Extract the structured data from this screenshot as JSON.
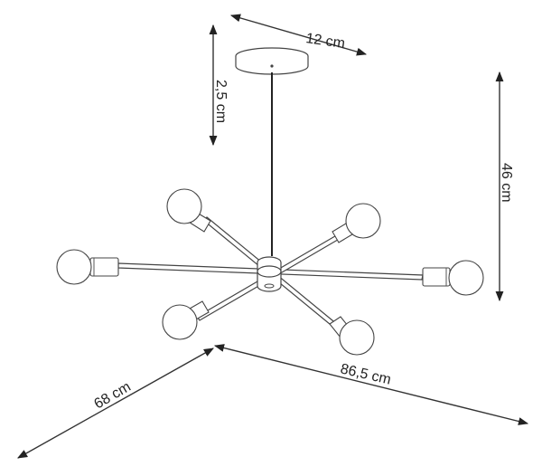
{
  "dimensions": {
    "canopy_width": "12 cm",
    "canopy_height": "2,5 cm",
    "total_height": "46 cm",
    "depth": "68 cm",
    "width": "86,5 cm"
  }
}
